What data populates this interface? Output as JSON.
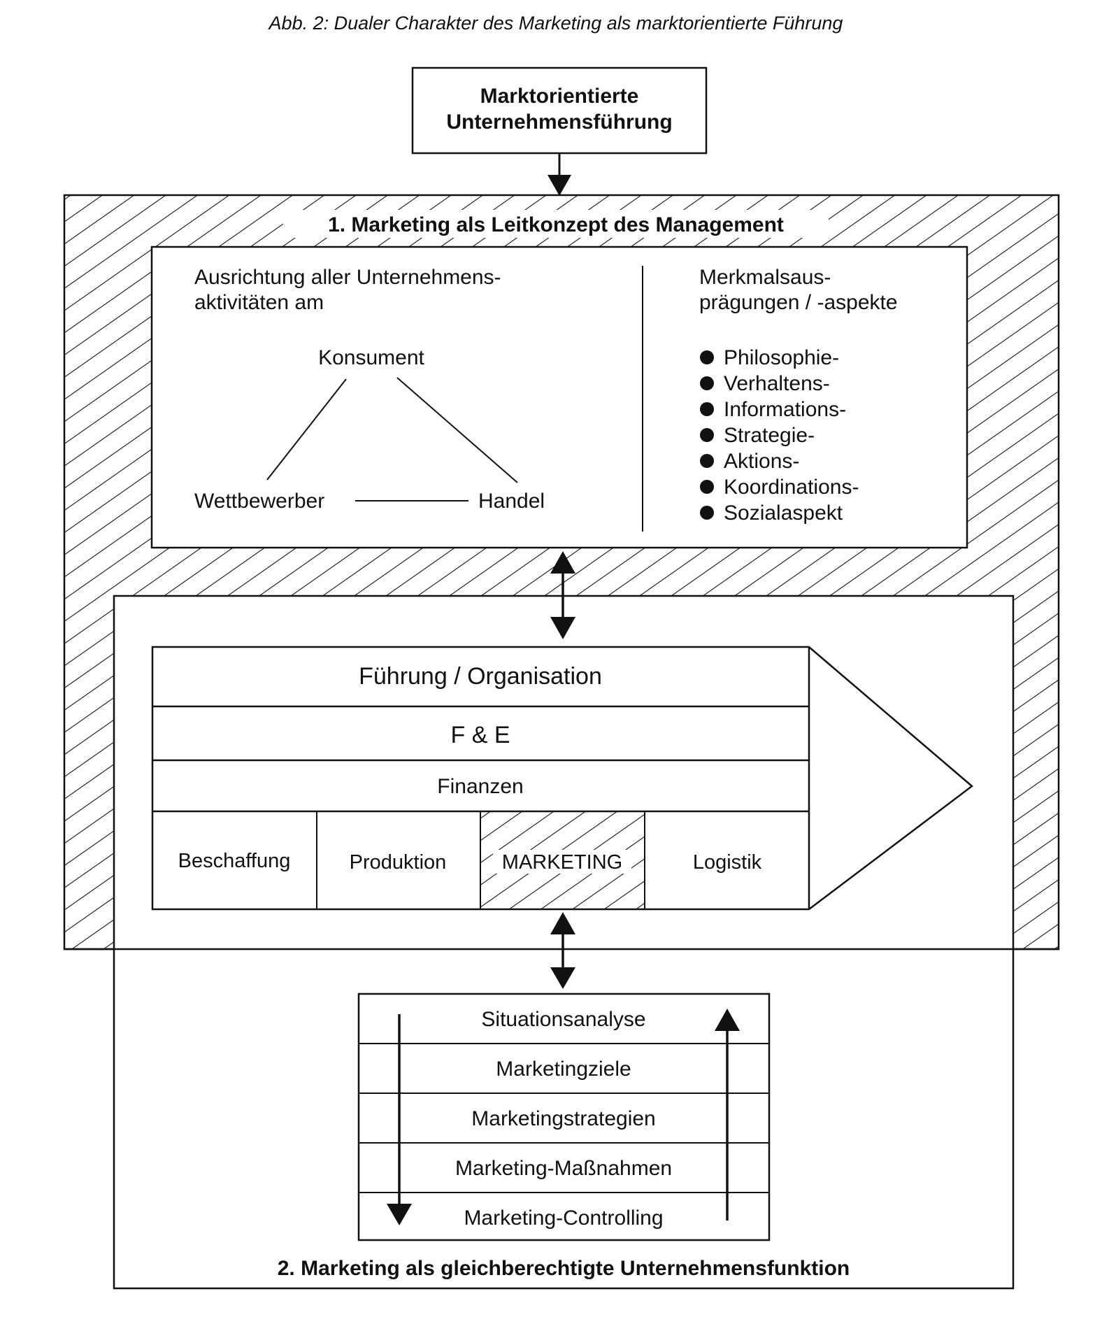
{
  "caption": "Abb. 2: Dualer Charakter des Marketing als marktorientierte Führung",
  "top_box": {
    "line1": "Marktorientierte",
    "line2": "Unternehmensführung"
  },
  "section1": {
    "title": "1. Marketing als Leitkonzept des Management",
    "left": {
      "line1": "Ausrichtung aller Unternehmens-",
      "line2": "aktivitäten am",
      "node_top": "Konsument",
      "node_left": "Wettbewerber",
      "node_right": "Handel"
    },
    "right": {
      "line1": "Merkmalsaus-",
      "line2": "prägungen / -aspekte",
      "items": [
        "Philosophie-",
        "Verhaltens-",
        "Informations-",
        "Strategie-",
        "Aktions-",
        "Koordinations-",
        "Sozialaspekt"
      ]
    }
  },
  "value_chain": {
    "rows": [
      "Führung / Organisation",
      "F & E",
      "Finanzen"
    ],
    "cells": [
      "Beschaffung",
      "Produktion",
      "MARKETING",
      "Logistik"
    ]
  },
  "process": {
    "steps": [
      "Situationsanalyse",
      "Marketingziele",
      "Marketingstrategien",
      "Marketing-Maßnahmen",
      "Marketing-Controlling"
    ]
  },
  "section2": {
    "title": "2. Marketing als gleichberechtigte Unternehmensfunktion"
  }
}
